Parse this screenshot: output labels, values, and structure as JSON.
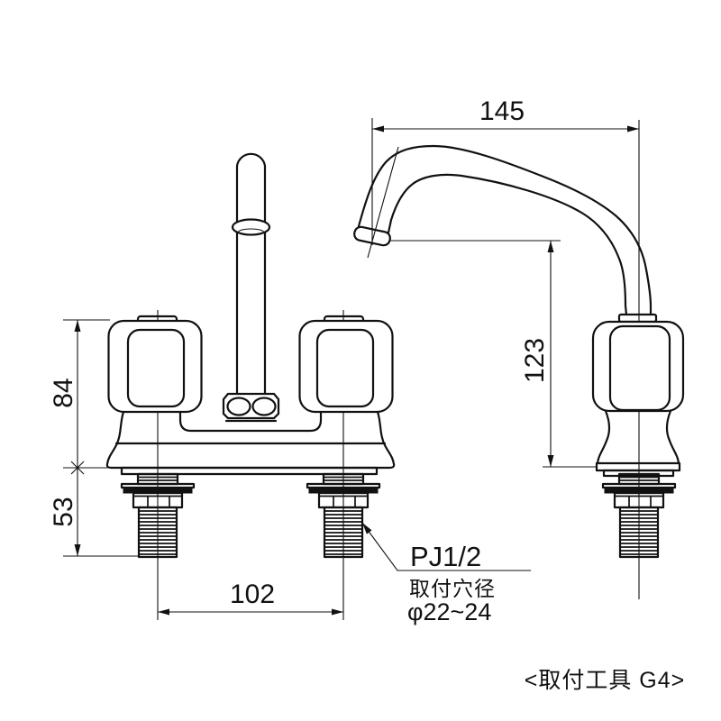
{
  "drawing": {
    "line_color": "#111111",
    "background": "#ffffff",
    "dimensions": {
      "spout_reach": "145",
      "spout_height": "123",
      "body_height": "84",
      "shank_length": "53",
      "center_distance": "102"
    },
    "annotations": {
      "thread_spec": "PJ1/2",
      "hole_label": "取付穴径",
      "hole_diameter": "φ22~24",
      "tool_note": "<取付工具 G4>"
    }
  }
}
